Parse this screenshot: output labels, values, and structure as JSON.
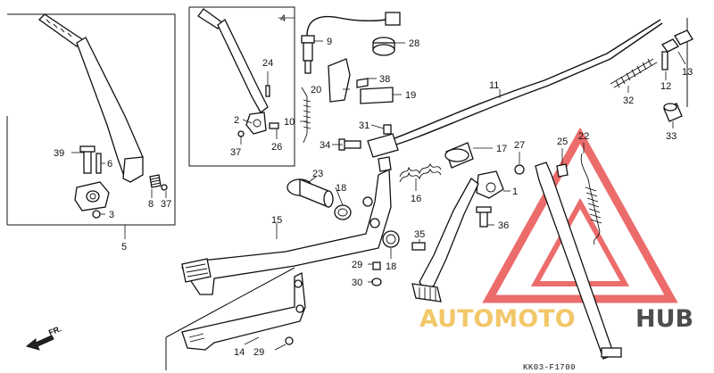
{
  "diagram": {
    "code": "KK03-F1700",
    "direction_label": "FR.",
    "callouts": [
      {
        "id": "4",
        "label": "4"
      },
      {
        "id": "9",
        "label": "9"
      },
      {
        "id": "28",
        "label": "28"
      },
      {
        "id": "11",
        "label": "11"
      },
      {
        "id": "13",
        "label": "13"
      },
      {
        "id": "24",
        "label": "24"
      },
      {
        "id": "38",
        "label": "38"
      },
      {
        "id": "20",
        "label": "20"
      },
      {
        "id": "19",
        "label": "19"
      },
      {
        "id": "12",
        "label": "12"
      },
      {
        "id": "32",
        "label": "32"
      },
      {
        "id": "10",
        "label": "10"
      },
      {
        "id": "2",
        "label": "2"
      },
      {
        "id": "31",
        "label": "31"
      },
      {
        "id": "33",
        "label": "33"
      },
      {
        "id": "37a",
        "label": "37"
      },
      {
        "id": "26",
        "label": "26"
      },
      {
        "id": "34",
        "label": "34"
      },
      {
        "id": "17",
        "label": "17"
      },
      {
        "id": "27",
        "label": "27"
      },
      {
        "id": "25",
        "label": "25"
      },
      {
        "id": "22",
        "label": "22"
      },
      {
        "id": "39",
        "label": "39"
      },
      {
        "id": "6",
        "label": "6"
      },
      {
        "id": "23",
        "label": "23"
      },
      {
        "id": "18a",
        "label": "18"
      },
      {
        "id": "16",
        "label": "16"
      },
      {
        "id": "1",
        "label": "1"
      },
      {
        "id": "8",
        "label": "8"
      },
      {
        "id": "37b",
        "label": "37"
      },
      {
        "id": "3",
        "label": "3"
      },
      {
        "id": "36",
        "label": "36"
      },
      {
        "id": "15",
        "label": "15"
      },
      {
        "id": "5",
        "label": "5"
      },
      {
        "id": "35",
        "label": "35"
      },
      {
        "id": "29a",
        "label": "29"
      },
      {
        "id": "18b",
        "label": "18"
      },
      {
        "id": "30",
        "label": "30"
      },
      {
        "id": "14",
        "label": "14"
      },
      {
        "id": "29b",
        "label": "29"
      }
    ]
  },
  "watermark": {
    "part1": "AUTOMOTO",
    "part2": "HUB"
  },
  "colors": {
    "line": "#111111",
    "watermark_red": "#e53b3b",
    "watermark_yellow": "#f1c15a",
    "watermark_gray": "#3a3a3a"
  }
}
